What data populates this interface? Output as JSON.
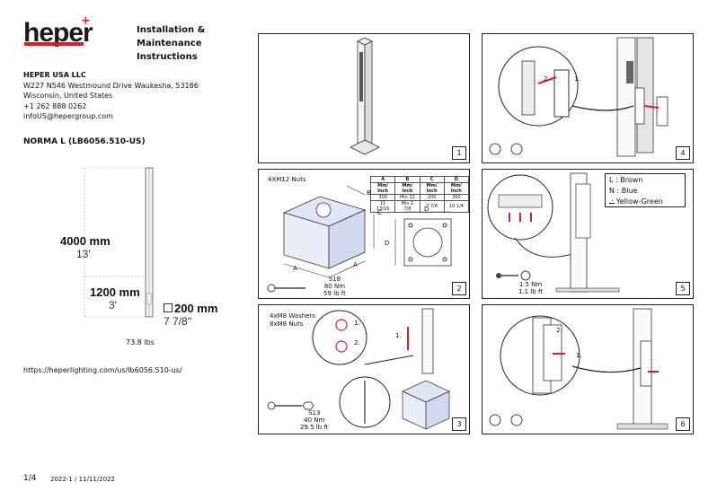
{
  "brand": {
    "logo_text": "heper",
    "logo_plus": "+"
  },
  "doc_title": {
    "line1": "Installation & Maintenance",
    "line2": "Instructions"
  },
  "company": {
    "name": "HEPER USA LLC",
    "address1": "W227 N546 Westmound Drive Waukesha, 53186",
    "address2": "Wisconsin, United States",
    "phone": "+1 262 888 0262",
    "email": "infoUS@hepergroup.com"
  },
  "model": "NORMA L (LB6056.510-US)",
  "dimensions": {
    "height_metric": "4000 mm",
    "height_imperial": "13'",
    "lower_metric": "1200 mm",
    "lower_imperial": "3'",
    "width_metric": "200 mm",
    "width_imperial": "7 7/8''",
    "weight": "73.8 lbs"
  },
  "url": "https://heperlighting.com/us/lb6056.510-us/",
  "footer": {
    "page": "1/4",
    "version": "2022-1 / 11/11/2022"
  },
  "panels": {
    "p1": {
      "num": "1"
    },
    "p2": {
      "num": "2",
      "nuts": "4XM12 Nuts",
      "table_headers": [
        "A",
        "B",
        "C",
        "D"
      ],
      "table_units": [
        "Mm/ Inch",
        "Mm/ Inch",
        "Mm/ Inch",
        "Mm/ Inch"
      ],
      "table_row1": [
        "300",
        "Min 22",
        "200",
        "260"
      ],
      "table_row2": [
        "11 13/16",
        "Min 2 7/8",
        "7 7/8",
        "10 1/4"
      ],
      "label_a": "A",
      "label_b": "B",
      "label_c": "C",
      "label_d": "D",
      "torque": [
        "S18",
        "80 Nm",
        "59 lb ft"
      ]
    },
    "p3": {
      "num": "3",
      "washers": "4xM8 Washers",
      "nuts": "8xM8 Nuts",
      "step1": "1.",
      "step2": "2.",
      "step1b": "1.",
      "torque": [
        "S13",
        "40 Nm",
        "29.5 lb ft"
      ]
    },
    "p4": {
      "num": "4",
      "step1": "1.",
      "step2": "2."
    },
    "p5": {
      "num": "5",
      "legend": [
        "L  : Brown",
        "N : Blue",
        "   : Yellow-Green"
      ],
      "torque": [
        "1.5 Nm",
        "1.1 lb ft"
      ]
    },
    "p6": {
      "num": "6",
      "step1": "1.",
      "step2": "2."
    }
  }
}
